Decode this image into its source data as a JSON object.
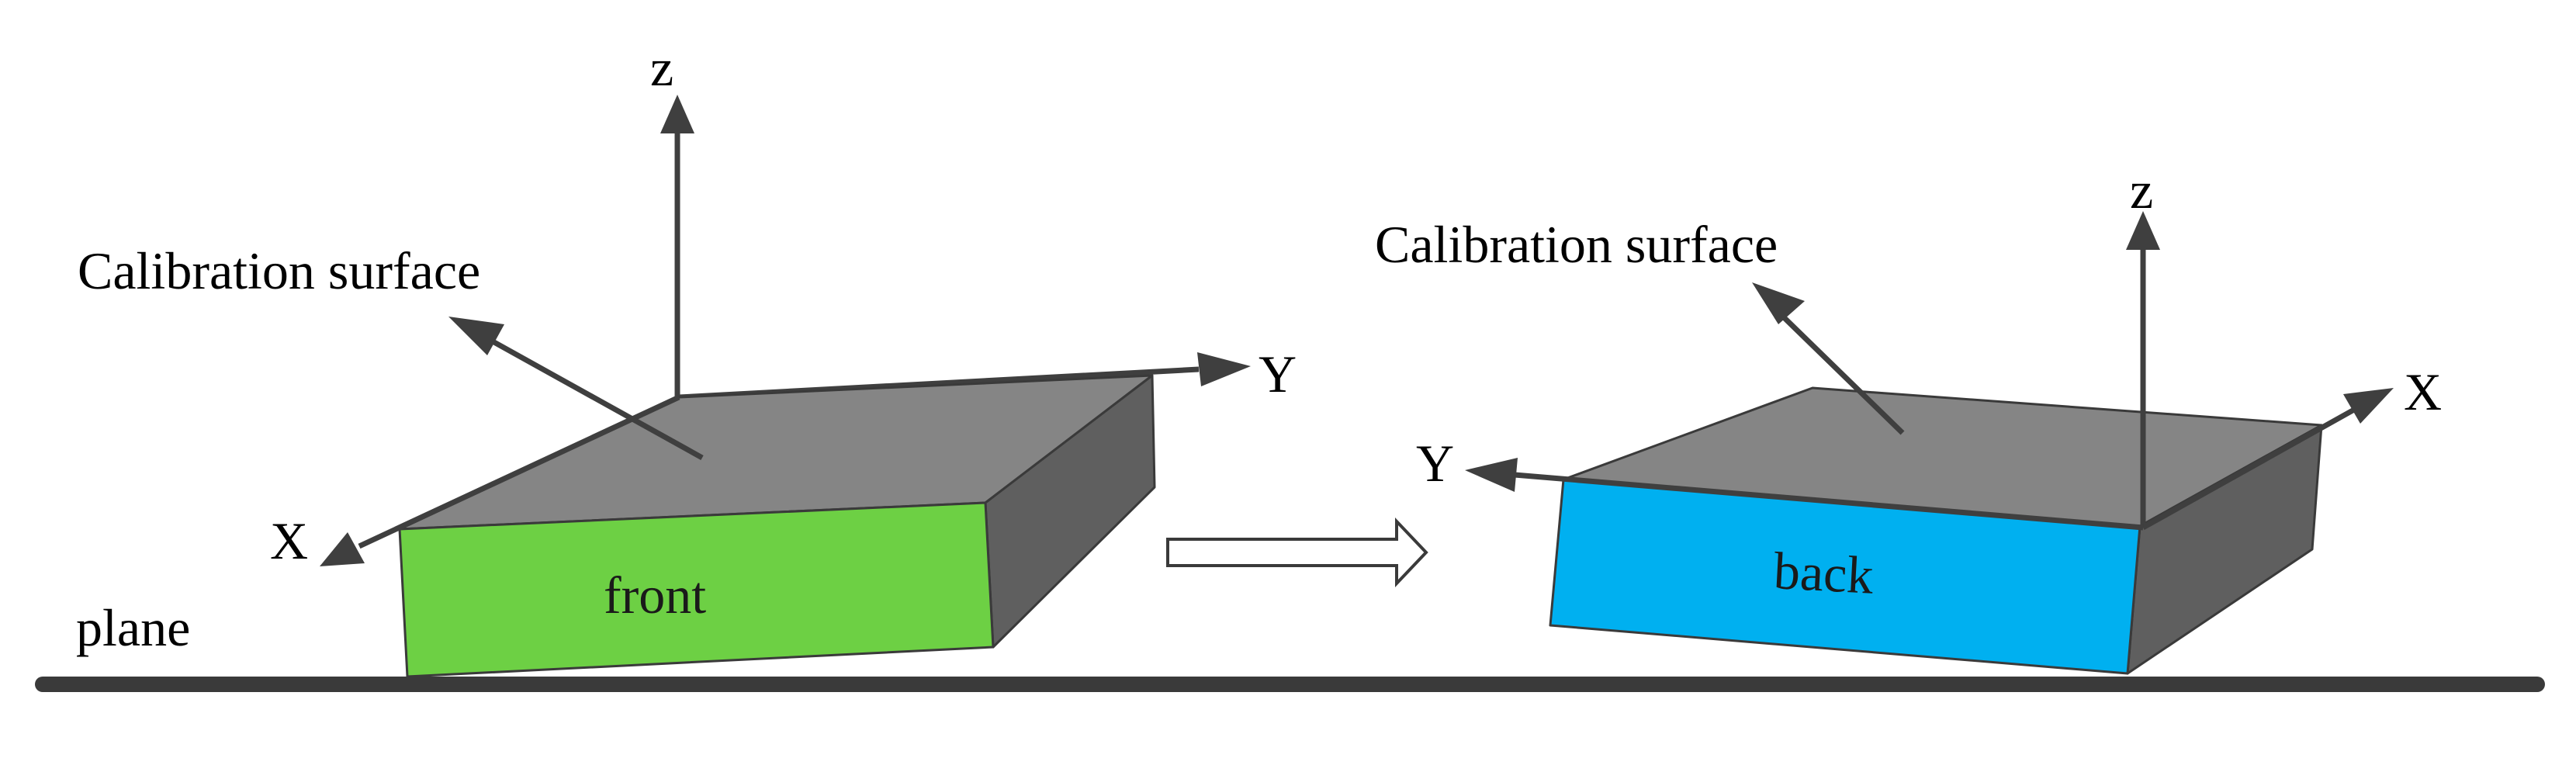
{
  "labels": {
    "plane": "plane",
    "left_block": {
      "face": "front",
      "surface": "Calibration surface",
      "axis_x": "X",
      "axis_y": "Y",
      "axis_z": "z"
    },
    "right_block": {
      "face": "back",
      "surface": "Calibration surface",
      "axis_x": "X",
      "axis_y": "Y",
      "axis_z": "z"
    }
  },
  "colors": {
    "front_face": "#6dd044",
    "back_face": "#00b0f0",
    "top_face": "#858585",
    "side_face": "#5f5f5f",
    "axis": "#3f3f3f",
    "plane": "#3a3a3a"
  }
}
